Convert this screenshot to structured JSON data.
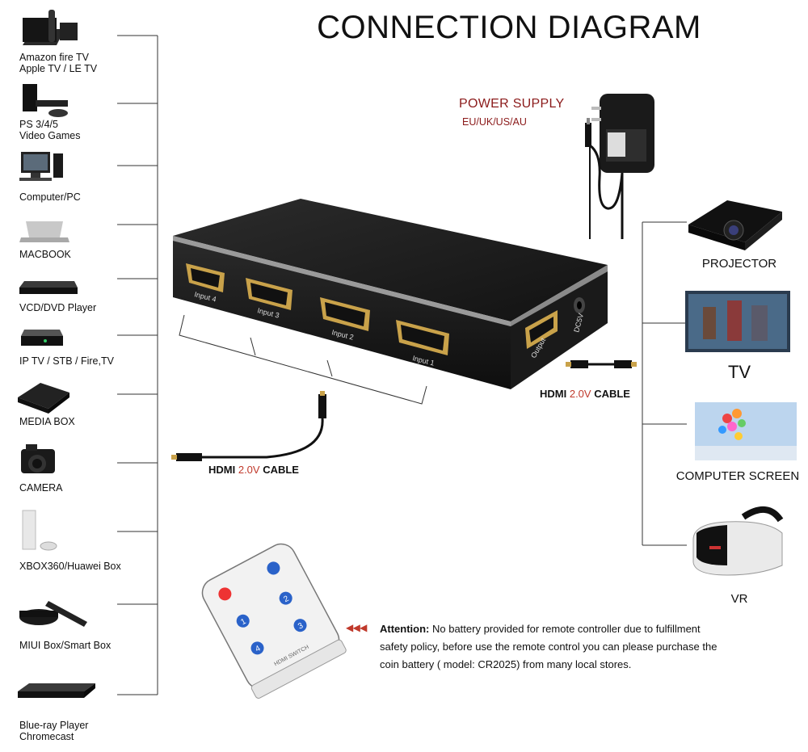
{
  "title": "CONNECTION DIAGRAM",
  "sources": [
    {
      "label": "Amazon fire TV\nApple TV / LE TV",
      "icon": "streaming-box-icon"
    },
    {
      "label": "PS 3/4/5\nVideo Games",
      "icon": "game-console-icon"
    },
    {
      "label": "Computer/PC",
      "icon": "desktop-pc-icon"
    },
    {
      "label": "MACBOOK",
      "icon": "laptop-icon"
    },
    {
      "label": "VCD/DVD Player",
      "icon": "dvd-player-icon"
    },
    {
      "label": "IP TV / STB / Fire,TV",
      "icon": "set-top-box-icon"
    },
    {
      "label": "MEDIA BOX",
      "icon": "media-box-icon"
    },
    {
      "label": "CAMERA",
      "icon": "camera-icon"
    },
    {
      "label": "XBOX360/Huawei Box",
      "icon": "xbox-console-icon"
    },
    {
      "label": "MIUI Box/Smart Box",
      "icon": "smart-box-icon"
    },
    {
      "label": "Blue-ray Player\nChromecast",
      "icon": "bluray-player-icon"
    }
  ],
  "outputs": [
    {
      "label": "PROJECTOR",
      "icon": "projector-icon"
    },
    {
      "label": "TV",
      "icon": "tv-icon"
    },
    {
      "label": "COMPUTER SCREEN",
      "icon": "monitor-icon"
    },
    {
      "label": "VR",
      "icon": "vr-headset-icon"
    }
  ],
  "power_supply": {
    "title": "POWER SUPPLY",
    "regions": "EU/UK/US/AU"
  },
  "switch": {
    "ports": [
      "Input 4",
      "Input 3",
      "Input 2",
      "Input 1"
    ],
    "output_port": "Output",
    "power_port": "DC5V"
  },
  "cables": {
    "input": {
      "prefix": "HDMI ",
      "version": "2.0V",
      "suffix": " CABLE"
    },
    "output": {
      "prefix": "HDMI ",
      "version": "2.0V",
      "suffix": " CABLE"
    }
  },
  "remote": {
    "buttons": [
      "1",
      "2",
      "3",
      "4"
    ],
    "label": "HDMI SWITCH"
  },
  "note": {
    "lead": "Attention:",
    "text": " No battery provided for remote controller due to fulfillment safety policy, before use the remote control you can please purchase the coin battery ( model: CR2025) from many local stores."
  },
  "colors": {
    "accent_red": "#8b1a1a",
    "cable_version": "#c0392b",
    "device": "#1c1c1c"
  }
}
